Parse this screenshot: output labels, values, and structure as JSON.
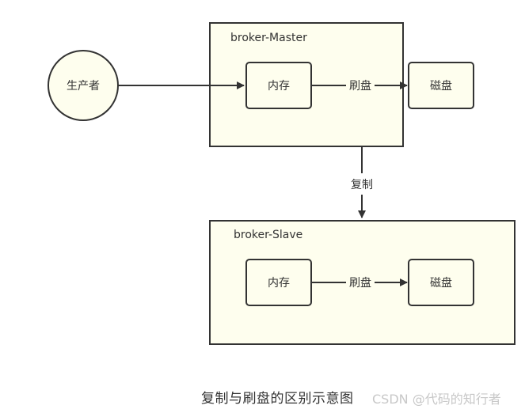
{
  "diagram": {
    "producer": {
      "label": "生产者"
    },
    "master": {
      "title": "broker-Master",
      "memory": "内存",
      "flush_label": "刷盘",
      "disk": "磁盘"
    },
    "replicate_label": "复制",
    "slave": {
      "title": "broker-Slave",
      "memory": "内存",
      "flush_label": "刷盘",
      "disk": "磁盘"
    },
    "colors": {
      "fill": "#fefeee",
      "stroke": "#333333",
      "text": "#333333"
    }
  },
  "caption": "复制与刷盘的区别示意图",
  "watermark": "CSDN @代码的知行者"
}
